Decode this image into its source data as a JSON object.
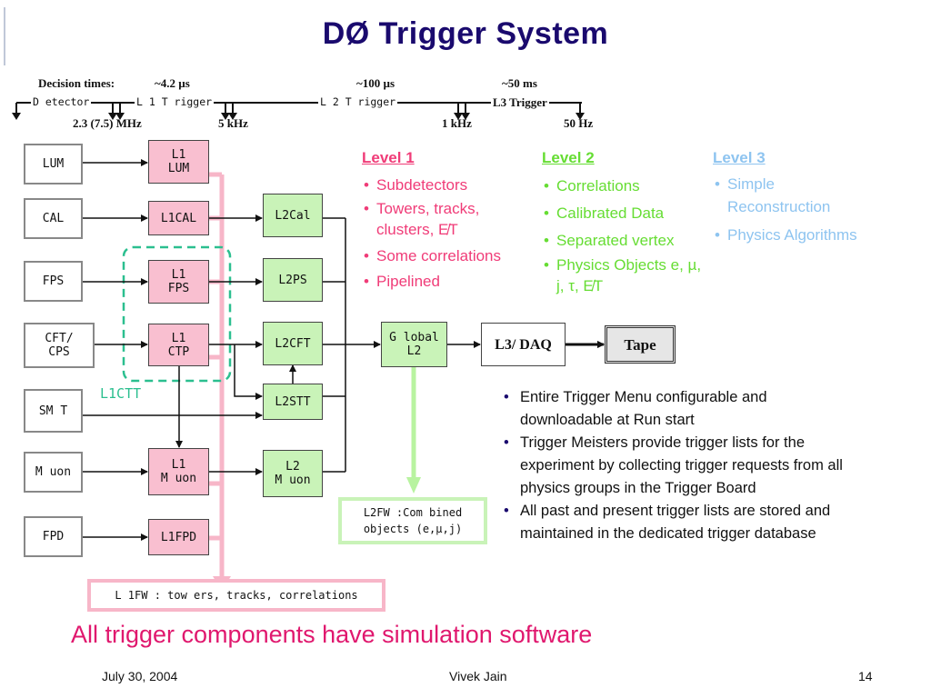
{
  "slide": {
    "title": "DØ Trigger System",
    "tagline": "All trigger components have simulation software",
    "footer": {
      "date": "July 30, 2004",
      "author": "Vivek Jain",
      "page": "14"
    }
  },
  "timeline": {
    "decision_label": "Decision times:",
    "times": [
      "~4.2 µs",
      "~100 µs",
      "~50 ms"
    ],
    "stages": [
      "D etector",
      "L 1 T rigger",
      "L 2 T rigger",
      "L3 Trigger"
    ],
    "rates": [
      "2.3 (7.5) MHz",
      "5 kHz",
      "1 kHz",
      "50 Hz"
    ]
  },
  "detectors": [
    "LUM",
    "CAL",
    "FPS",
    "CFT/\nCPS",
    "SM T",
    "M uon",
    "FPD"
  ],
  "l1_boxes": {
    "lum": "L1\nLUM",
    "cal": "L1CAL",
    "fps": "L1\nFPS",
    "ctp": "L1\nCTP",
    "muon": "L1\nM uon",
    "fpd": "L1FPD",
    "ctt_label": "L1CTT"
  },
  "l2_boxes": {
    "cal": "L2Cal",
    "ps": "L2PS",
    "cft": "L2CFT",
    "stt": "L2STT",
    "muon": "L2\nM uon",
    "global": "G lobal\nL2"
  },
  "l3_box": "L3/ DAQ",
  "tape_box": "Tape",
  "l1fw_label": "L 1FW  : tow ers, tracks, correlations",
  "l2fw_label": "L2FW :Com bined\nobjects  (e,µ,j)",
  "levels": [
    {
      "title": "Level 1",
      "color": "#f03c78",
      "items": [
        "Subdetectors",
        "Towers, tracks, clusters, E̸T",
        "Some correlations",
        "Pipelined"
      ]
    },
    {
      "title": "Level 2",
      "color": "#66dd33",
      "items": [
        "Correlations",
        "Calibrated Data",
        "Separated vertex",
        "Physics Objects e, µ, j, τ, E̸T"
      ]
    },
    {
      "title": "Level 3",
      "color": "#8ec4f0",
      "items": [
        "Simple Reconstruction",
        "Physics Algorithms"
      ]
    }
  ],
  "notes": [
    "Entire Trigger Menu configurable and downloadable at Run start",
    "Trigger Meisters provide trigger lists for the experiment by collecting trigger requests from all physics groups in the Trigger Board",
    "All past and present trigger lists are stored and maintained in the dedicated trigger database"
  ],
  "colors": {
    "title": "#1a0a6e",
    "tagline": "#e0186e",
    "l1_fill": "#f9bfd0",
    "l2_fill": "#c9f3b8",
    "l1ctt_dash": "#2bbf8f",
    "l2fw_arrow": "#b8f3a0",
    "l1fw_line": "#f7b6c8"
  }
}
